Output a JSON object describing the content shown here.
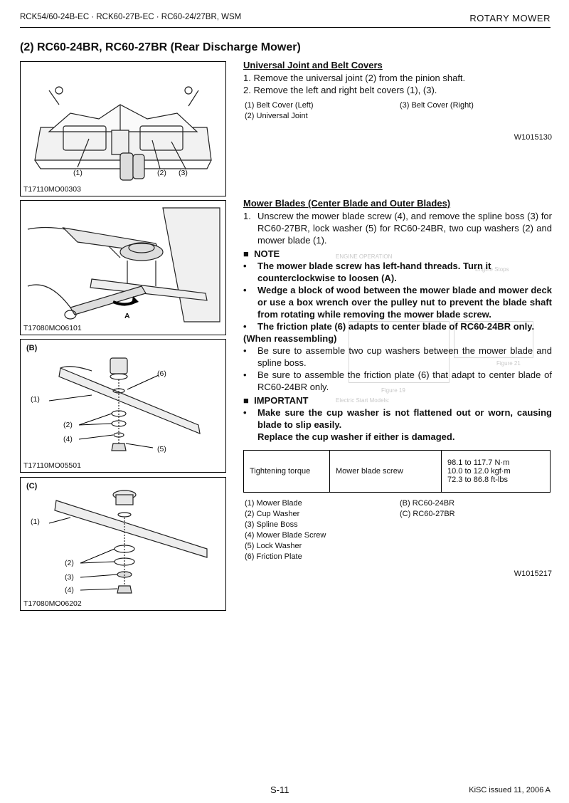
{
  "header": {
    "models": "RCK54/60-24B-EC · RCK60-27B-EC · RC60-24/27BR, WSM",
    "section": "ROTARY MOWER"
  },
  "title": "(2)  RC60-24BR, RC60-27BR (Rear Discharge Mower)",
  "figures": {
    "fig1": {
      "caption": "T17110MO00303",
      "labels": [
        "(1)",
        "(2)",
        "(3)"
      ]
    },
    "fig2": {
      "caption": "T17080MO06101",
      "arrow_label": "A"
    },
    "fig3": {
      "tag": "(B)",
      "caption": "T17110MO05501",
      "labels": [
        "(1)",
        "(2)",
        "(4)",
        "(5)",
        "(6)"
      ]
    },
    "fig4": {
      "tag": "(C)",
      "caption": "T17080MO06202",
      "labels": [
        "(1)",
        "(2)",
        "(3)",
        "(4)"
      ]
    }
  },
  "ujoint": {
    "heading": "Universal Joint and Belt Covers",
    "steps": [
      "1.  Remove the universal joint (2) from the pinion shaft.",
      "2.  Remove the left and right belt covers (1), (3)."
    ],
    "refs_left": [
      "(1)  Belt Cover (Left)",
      "(2)  Universal Joint"
    ],
    "refs_right": [
      "(3)  Belt Cover (Right)"
    ],
    "code": "W1015130"
  },
  "blades": {
    "heading": "Mower Blades (Center Blade and Outer Blades)",
    "step_num": "1.",
    "step_text": "Unscrew the mower blade screw (4), and remove the spline boss (3) for RC60-27BR, lock washer (5) for RC60-24BR, two cup washers (2) and mower blade (1).",
    "note_title": "NOTE",
    "notes": [
      "The mower blade screw has left-hand threads. Turn it counterclockwise to loosen (A).",
      "Wedge a block of wood between the mower blade and mower deck or use a box wrench over the pulley nut to prevent the blade shaft from rotating while removing the mower blade screw.",
      "The friction plate (6) adapts to center blade of RC60-24BR only."
    ],
    "reassemble_title": "(When reassembling)",
    "reassemble": [
      "Be sure to assemble two cup washers between the mower blade and spline boss.",
      "Be sure to assemble the friction plate (6) that adapt to center blade of RC60-24BR only."
    ],
    "important_title": "IMPORTANT",
    "important_line1": "Make sure the cup washer is not flattened out or worn, causing blade to slip easily.",
    "important_line2": "Replace the cup washer if either is damaged.",
    "torque": {
      "label": "Tightening torque",
      "item": "Mower blade screw",
      "v1": "98.1 to 117.7 N·m",
      "v2": "10.0 to 12.0 kgf·m",
      "v3": "72.3 to 86.8 ft-lbs"
    },
    "refs_left": [
      "(1)  Mower Blade",
      "(2)  Cup Washer",
      "(3)  Spline Boss",
      "(4)  Mower Blade Screw",
      "(5)  Lock Washer",
      "(6)  Friction Plate"
    ],
    "refs_right": [
      "(B)  RC60-24BR",
      "(C)  RC60-27BR"
    ],
    "code": "W1015217"
  },
  "watermark": {
    "engine_operation": "ENGINE OPERATION",
    "stops": "Engine Stops",
    "fig19": "Figure 19",
    "fig21": "Figure 21",
    "electric": "Electric Start Models:"
  },
  "footer": {
    "page": "S-11",
    "issued": "KiSC issued 11, 2006 A"
  }
}
